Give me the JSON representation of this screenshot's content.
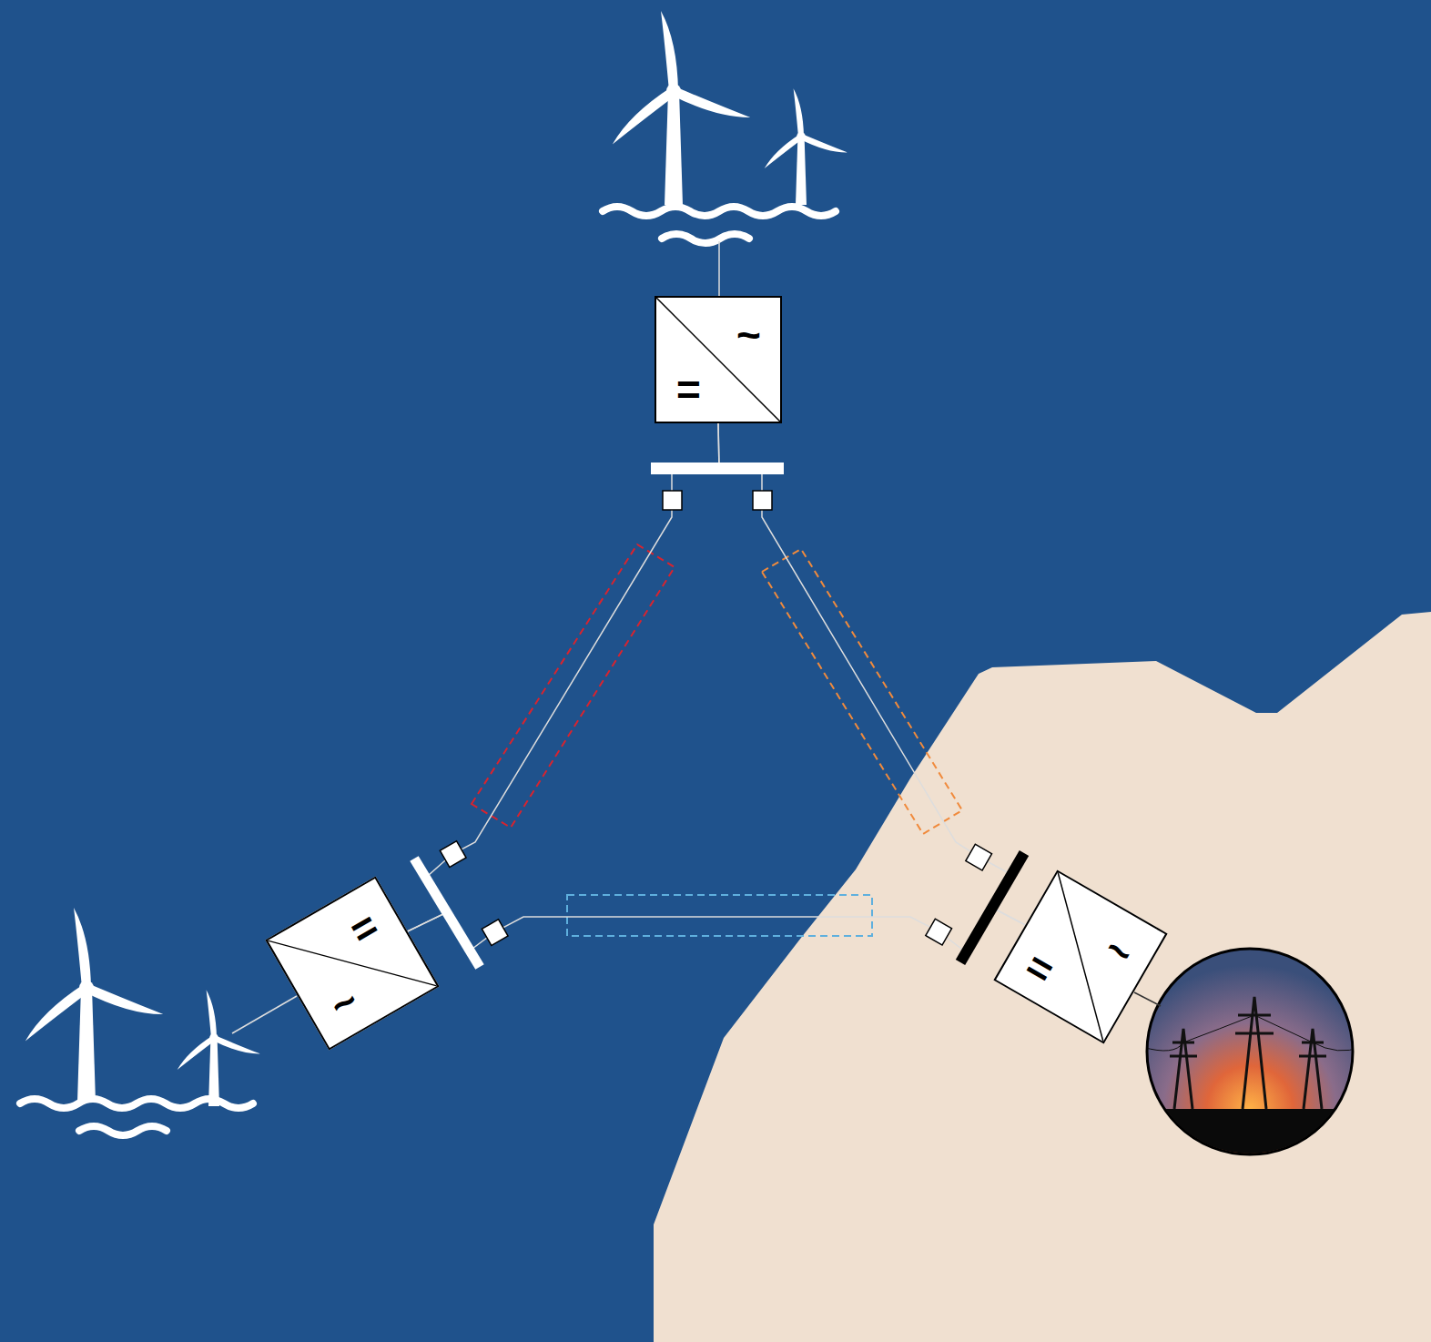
{
  "diagram": {
    "nodes": [
      {
        "text": [
          "~",
          "="
        ]
      },
      {
        "text": [
          "=",
          "~"
        ]
      },
      {
        "text": [
          "~",
          "="
        ]
      }
    ],
    "edges": [
      {
        "from": 0,
        "to": 1,
        "arrow": "none"
      },
      {
        "from": 0,
        "to": 2,
        "arrow": "none"
      },
      {
        "from": 1,
        "to": 2,
        "arrow": "none"
      }
    ]
  }
}
